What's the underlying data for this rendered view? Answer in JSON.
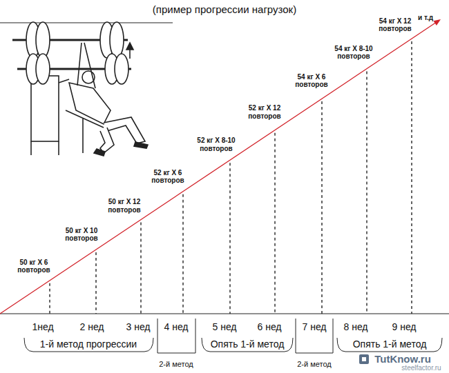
{
  "diagram": {
    "title": "(пример прогрессии нагрузок)",
    "labels": [
      "50 кг X 6 повторов",
      "50 кг X 10 повторов",
      "50 кг X 12 повторов",
      "52 кг X 6 повторов",
      "52 кг X 8-10 повторов",
      "52 кг X 12 повторов",
      "54 кг X 6 повторов",
      "54 кг X 8-10 повторов",
      "54 кг X 12 повторов",
      "и т.д",
      "1нед",
      "2 нед",
      "3 нед",
      "4 нед",
      "5 нед",
      "6 нед",
      "7 нед",
      "8 нед",
      "9 нед",
      "1-й метод прогрессии",
      "2-й метод",
      "Опять 1-й метод",
      "2-й метод",
      "Опять 1-й метод",
      "TutKnow.ru",
      "steelfactor.ru"
    ]
  }
}
